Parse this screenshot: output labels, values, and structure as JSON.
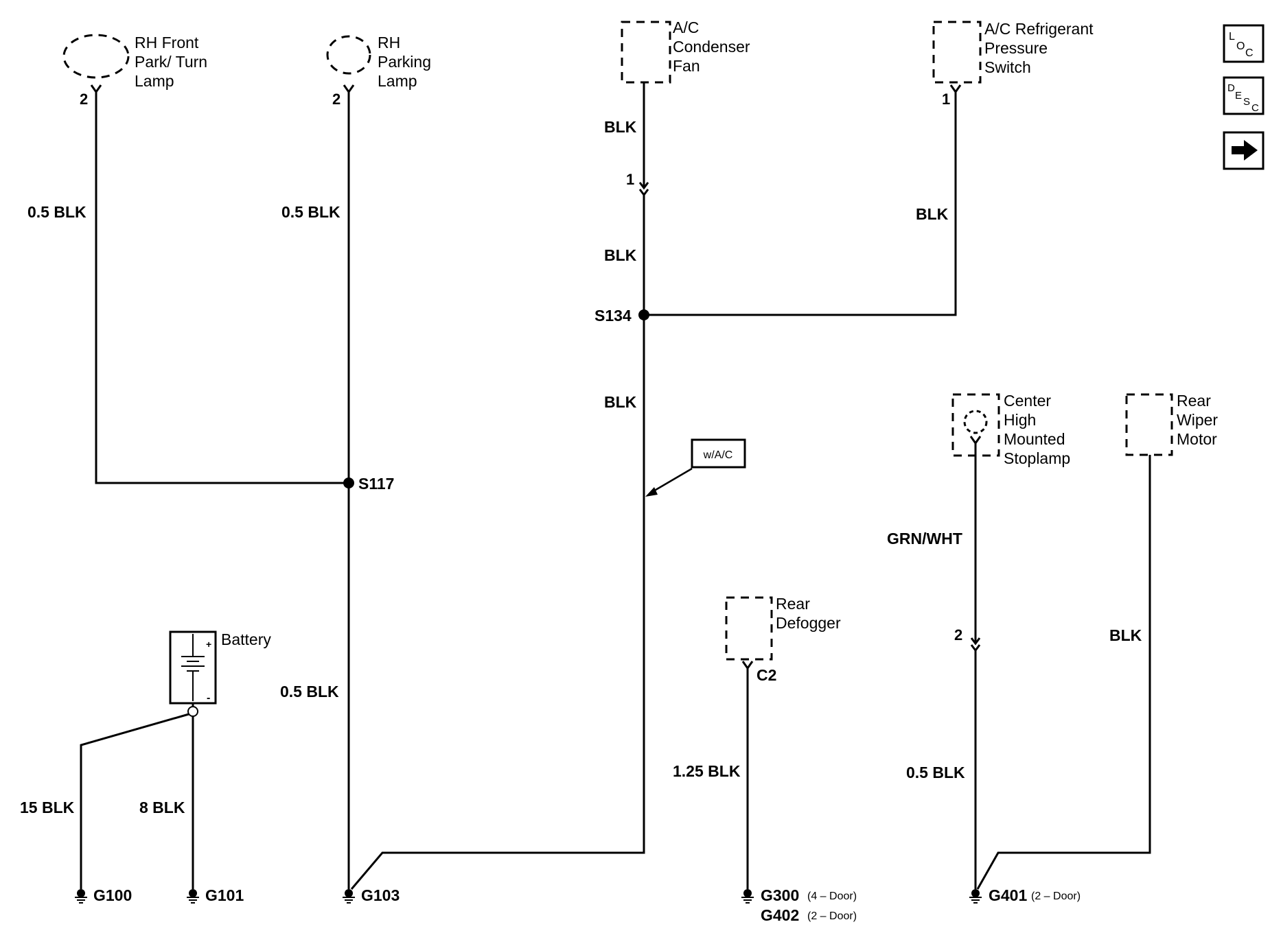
{
  "components": {
    "rh_front_park_turn_lamp": [
      "RH Front",
      "Park/ Turn",
      "Lamp"
    ],
    "rh_parking_lamp": [
      "RH",
      "Parking",
      "Lamp"
    ],
    "ac_condenser_fan": [
      "A/C",
      "Condenser",
      "Fan"
    ],
    "ac_refrigerant_pressure_switch": [
      "A/C Refrigerant",
      "Pressure",
      "Switch"
    ],
    "battery": "Battery",
    "rear_defogger": [
      "Rear",
      "Defogger"
    ],
    "center_high_mounted_stoplamp": [
      "Center",
      "High",
      "Mounted",
      "Stoplamp"
    ],
    "rear_wiper_motor": [
      "Rear",
      "Wiper",
      "Motor"
    ]
  },
  "pins": {
    "rh_front_lamp_pin": "2",
    "rh_parking_lamp_pin": "2",
    "ac_condenser_connector_pin": "1",
    "ac_pressure_switch_pin": "1",
    "stoplamp_connector_pin": "2",
    "defogger_connector": "C2"
  },
  "battery_terminals": {
    "positive": "+",
    "negative": "-"
  },
  "wires": {
    "rh_front_lamp": "0.5 BLK",
    "rh_parking_lamp": "0.5 BLK",
    "s117_to_g103": "0.5 BLK",
    "battery_g100": "15 BLK",
    "battery_g101": "8 BLK",
    "ac_fan_upper": "BLK",
    "ac_fan_lower": "BLK",
    "ac_switch": "BLK",
    "s134_down": "BLK",
    "defogger": "1.25 BLK",
    "stoplamp_upper": "GRN/WHT",
    "stoplamp_lower": "0.5 BLK",
    "rear_wiper": "BLK"
  },
  "splices": {
    "s117": "S117",
    "s134": "S134"
  },
  "option_flag": "w/A/C",
  "grounds": {
    "g100": "G100",
    "g101": "G101",
    "g103": "G103",
    "g300": "G300",
    "g300_note": "(4 – Door)",
    "g402": "G402",
    "g402_note": "(2 – Door)",
    "g401": "G401",
    "g401_note": "(2 – Door)"
  },
  "nav_buttons": {
    "loc": {
      "l": "L",
      "o": "O",
      "c": "C"
    },
    "desc": {
      "d": "D",
      "e": "E",
      "s": "S",
      "c": "C"
    },
    "next_icon": "right-arrow-icon"
  }
}
